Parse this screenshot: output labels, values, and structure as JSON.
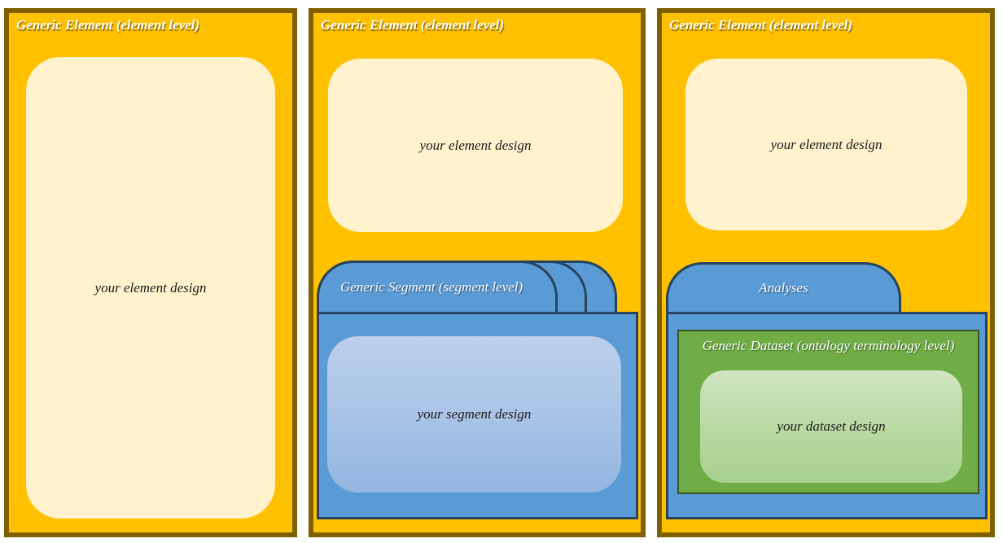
{
  "colors": {
    "panel_fill": "#FFC000",
    "panel_border": "#7F6000",
    "element_box_fill": "#FFF2CC",
    "segment_fill": "#5B9BD5",
    "segment_border": "#26445F",
    "segment_box_fill_top": "#BCCFEB",
    "segment_box_fill_bottom": "#93B6E1",
    "dataset_fill": "#70AD47",
    "dataset_border": "#375623",
    "dataset_box_fill_top": "#D0E6C3",
    "dataset_box_fill_bottom": "#A9D18E",
    "header_text": "#FFFFFF",
    "body_text": "#1B1B1B"
  },
  "panels": [
    {
      "title": "Generic Element (element level)",
      "element_label": "your element design"
    },
    {
      "title": "Generic Element (element level)",
      "element_label": "your element design",
      "segment": {
        "title": "Generic Segment (segment level)",
        "label": "your segment design"
      }
    },
    {
      "title": "Generic Element (element level)",
      "element_label": "your element design",
      "analyses_label": "Analyses",
      "dataset": {
        "title": "Generic Dataset (ontology terminology level)",
        "label": "your dataset design"
      }
    }
  ]
}
